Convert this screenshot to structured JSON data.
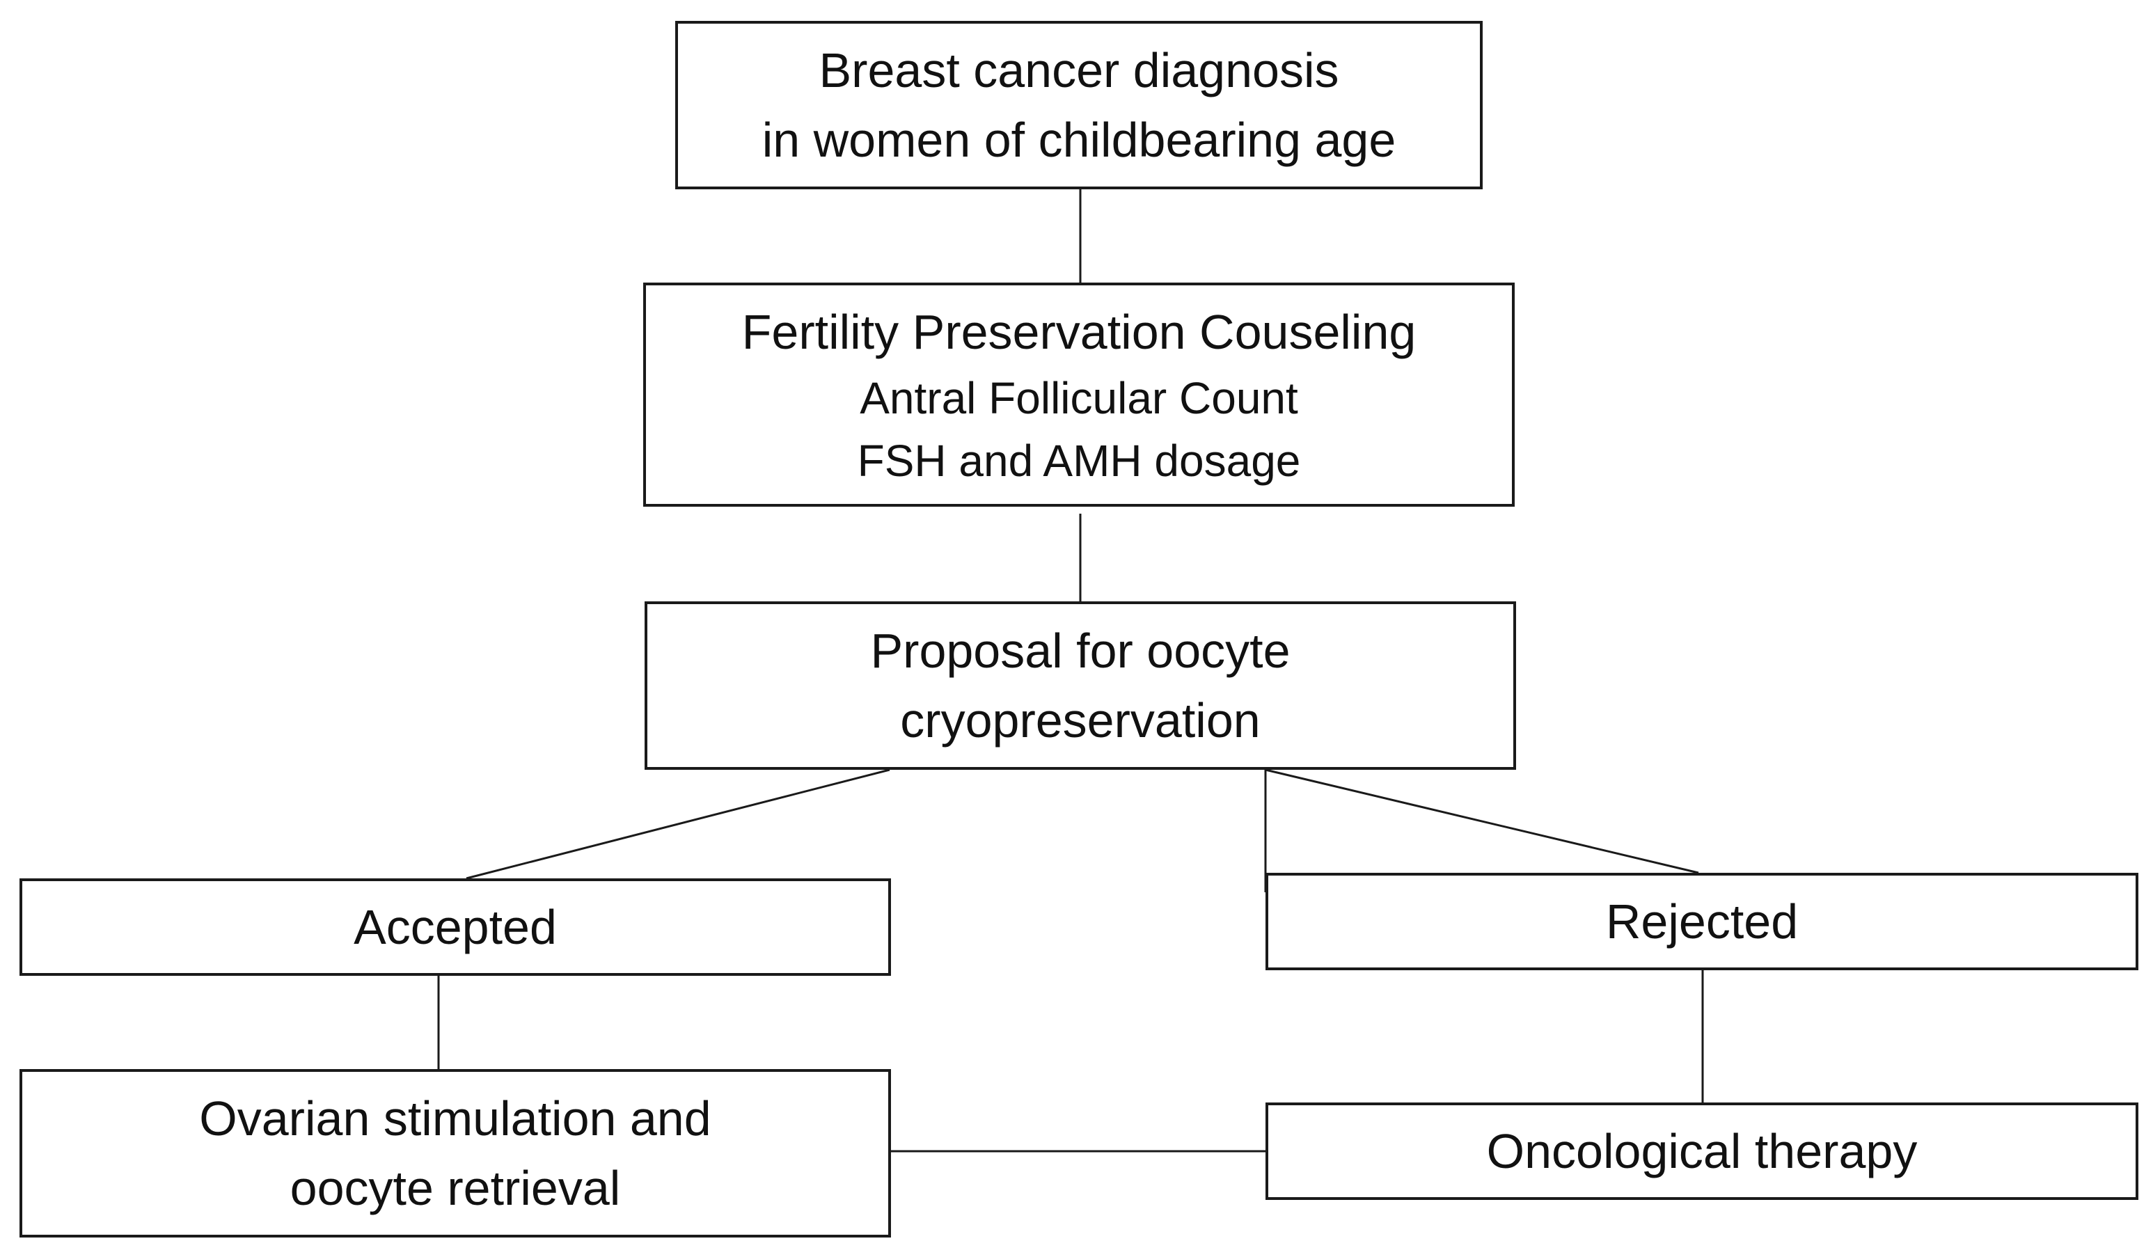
{
  "diagram": {
    "nodes": {
      "diagnosis": {
        "lines": [
          "Breast cancer diagnosis",
          "in women of childbearing age"
        ]
      },
      "counseling": {
        "title": "Fertility Preservation Couseling",
        "lines": [
          "Antral Follicular Count",
          "FSH and AMH dosage"
        ]
      },
      "proposal": {
        "lines": [
          "Proposal for oocyte",
          "cryopreservation"
        ]
      },
      "accepted": {
        "label": "Accepted"
      },
      "rejected": {
        "label": "Rejected"
      },
      "stimulation": {
        "lines": [
          "Ovarian stimulation and",
          "oocyte retrieval"
        ]
      },
      "therapy": {
        "label": "Oncological therapy"
      }
    },
    "edges": [
      {
        "from": "diagnosis",
        "to": "counseling"
      },
      {
        "from": "counseling",
        "to": "proposal"
      },
      {
        "from": "proposal",
        "to": "accepted"
      },
      {
        "from": "proposal",
        "to": "rejected"
      },
      {
        "from": "accepted",
        "to": "stimulation"
      },
      {
        "from": "rejected",
        "to": "therapy"
      },
      {
        "from": "stimulation",
        "to": "therapy"
      }
    ],
    "colors": {
      "stroke": "#1a1a1a",
      "background": "#ffffff",
      "text": "#111111"
    }
  }
}
